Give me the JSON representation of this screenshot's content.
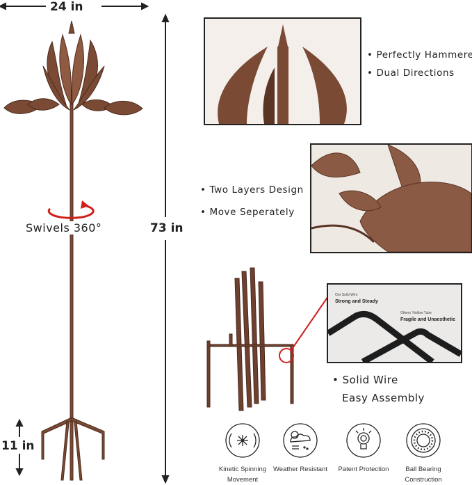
{
  "dimensions": {
    "width_label": "24 in",
    "height_label": "73 in",
    "stake_label": "11 in",
    "swivel_label": "Swivels 360°"
  },
  "features_top": [
    "• Perfectly Hammered",
    "• Dual Directions"
  ],
  "features_middle": [
    "• Two Layers Design",
    "• Move Seperately"
  ],
  "features_bottom": [
    "• Solid Wire",
    "Easy Assembly"
  ],
  "wire_comparison": {
    "ours_caption": "Our Solid Wire",
    "ours_title": "Strong and Steady",
    "others_caption": "Others' Hollow Tube",
    "others_title": "Fragile and Unaesthetic"
  },
  "icons": [
    {
      "name": "kinetic-spinning-icon",
      "label_1": "Kinetic Spinning",
      "label_2": "Movement"
    },
    {
      "name": "weather-resistant-icon",
      "label_1": "Weather Resistant",
      "label_2": ""
    },
    {
      "name": "patent-protection-icon",
      "label_1": "Patent Protection",
      "label_2": ""
    },
    {
      "name": "ball-bearing-icon",
      "label_1": "Ball Bearing",
      "label_2": "Construction"
    }
  ],
  "colors": {
    "copper": "#7a4a35",
    "copper_light": "#a8765e",
    "accent_red": "#d0201a",
    "text": "#222222"
  }
}
